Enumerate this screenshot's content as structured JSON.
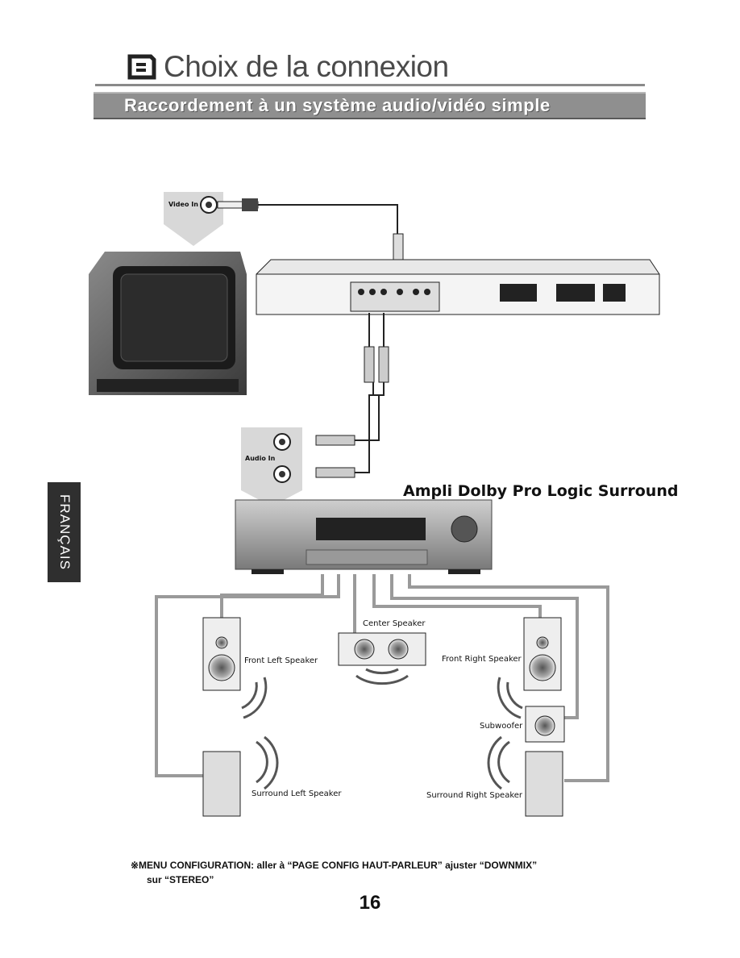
{
  "header": {
    "icon": "connection-logo-icon",
    "title": "Choix de la connexion",
    "banner": "Raccordement à un système audio/vidéo simple"
  },
  "side_tab": {
    "language": "FRANÇAIS"
  },
  "diagram": {
    "video_in_label": "Video In",
    "audio_in_label": "Audio In",
    "amplifier_title": "Ampli Dolby Pro Logic Surround",
    "speakers": {
      "center": "Center Speaker",
      "front_left": "Front Left Speaker",
      "front_right": "Front Right Speaker",
      "subwoofer": "Subwoofer",
      "surround_left": "Surround Left Speaker",
      "surround_right": "Surround Right Speaker"
    },
    "colors": {
      "cable": "#9a9a9a",
      "device": "#3a3a3a",
      "banner": "#8f8f8f"
    }
  },
  "note": {
    "line1": "※MENU CONFIGURATION: aller à “PAGE CONFIG HAUT-PARLEUR” ajuster “DOWNMIX”",
    "line2": "sur “STEREO”"
  },
  "page_number": "16"
}
